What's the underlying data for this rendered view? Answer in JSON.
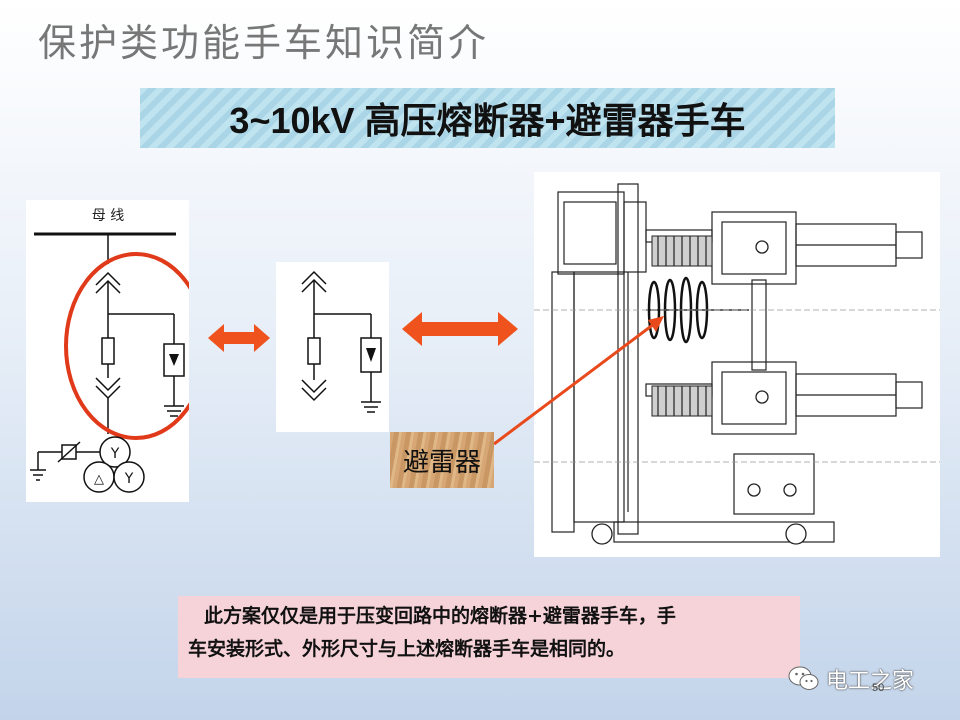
{
  "slide": {
    "title": "保护类功能手车知识简介",
    "subtitle": "3~10kV  高压熔断器+避雷器手车",
    "busbar_label": "母 线",
    "arrestor_label": "避雷器",
    "note": {
      "line1": "此方案仅仅是用于压变回路中的熔断器+避雷器手车，手",
      "line2": "车安装形式、外形尺寸与上述熔断器手车是相同的。"
    },
    "watermark": "电工之家",
    "page_number": "50",
    "pt_symbols": {
      "winding1": "Y",
      "winding2": "Y",
      "winding3": "△"
    }
  },
  "colors": {
    "arrow": "#f0521e",
    "highlight_circle": "#e03a1a",
    "pointer_line": "#e94a1c",
    "note_background": "#f5d3d9"
  },
  "icons": [
    "double-arrow-icon",
    "double-arrow-icon",
    "wechat-logo-icon"
  ]
}
